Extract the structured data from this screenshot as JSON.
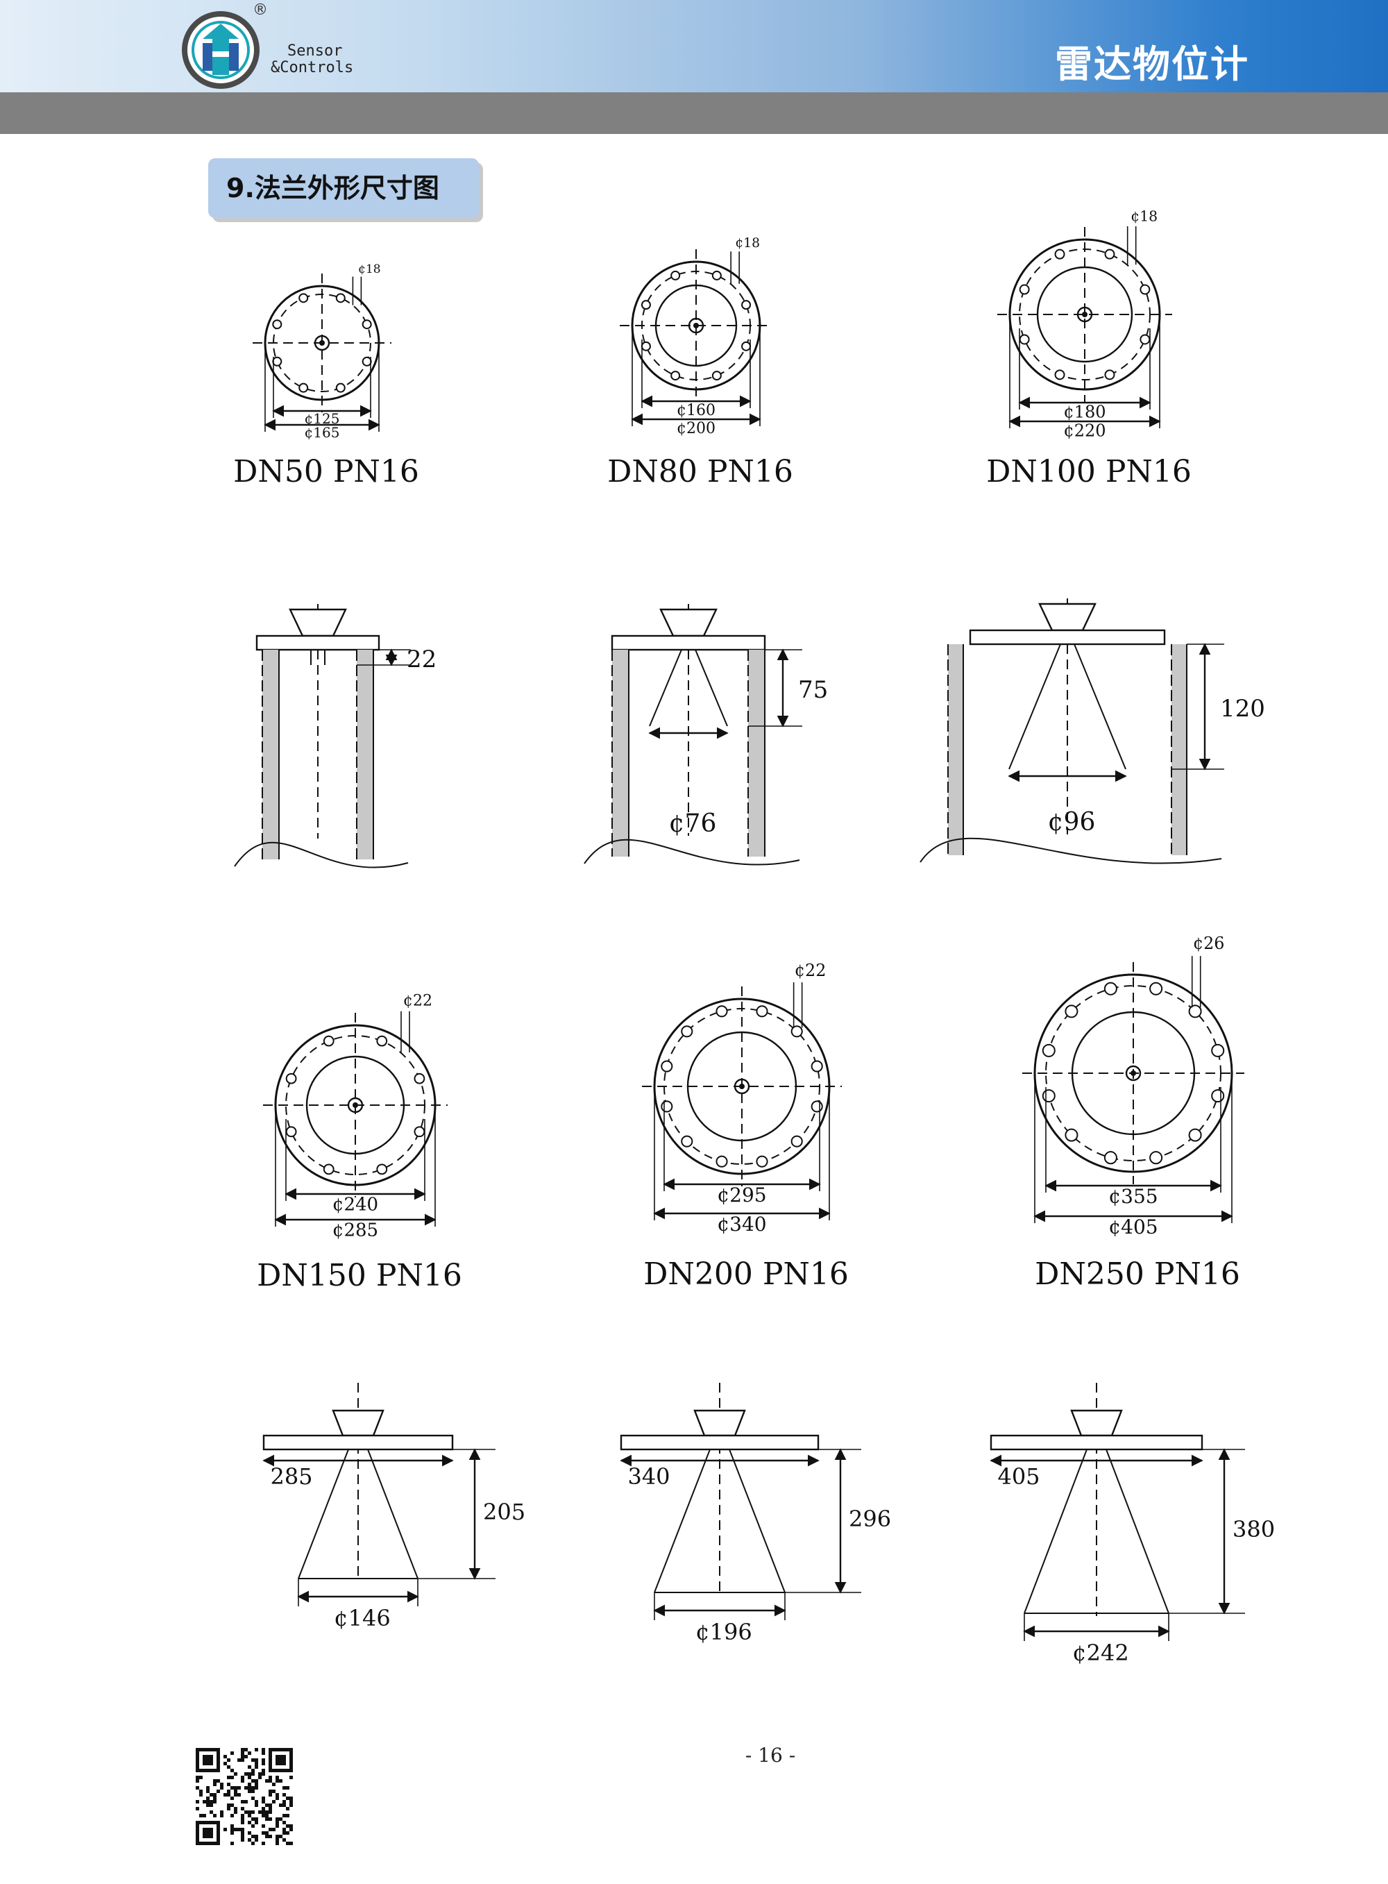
{
  "header": {
    "brand_line1": "Sensor",
    "brand_line2": "&Controls",
    "registered_mark": "®",
    "title": "雷达物位计"
  },
  "section": {
    "title": "9.法兰外形尺寸图"
  },
  "flanges_row1": [
    {
      "label": "DN50  PN16",
      "hole_dia": "¢18",
      "bolt_circle": "¢125",
      "outer_dia": "¢165"
    },
    {
      "label": "DN80  PN16",
      "hole_dia": "¢18",
      "bolt_circle": "¢160",
      "outer_dia": "¢200"
    },
    {
      "label": "DN100  PN16",
      "hole_dia": "¢18",
      "bolt_circle": "¢180",
      "outer_dia": "¢220"
    }
  ],
  "horn_sections": [
    {
      "height": "22",
      "horn_dia": ""
    },
    {
      "height": "75",
      "horn_dia": "¢76"
    },
    {
      "height": "120",
      "horn_dia": "¢96"
    }
  ],
  "flanges_row2": [
    {
      "label": "DN150  PN16",
      "hole_dia": "¢22",
      "bolt_circle": "¢240",
      "outer_dia": "¢285"
    },
    {
      "label": "DN200  PN16",
      "hole_dia": "¢22",
      "bolt_circle": "¢295",
      "outer_dia": "¢340"
    },
    {
      "label": "DN250  PN16",
      "hole_dia": "¢26",
      "bolt_circle": "¢355",
      "outer_dia": "¢405"
    }
  ],
  "horn_large": [
    {
      "flange_width": "285",
      "height": "205",
      "horn_dia": "¢146"
    },
    {
      "flange_width": "340",
      "height": "296",
      "horn_dia": "¢196"
    },
    {
      "flange_width": "405",
      "height": "380",
      "horn_dia": "¢242"
    }
  ],
  "footer": {
    "page_number": "- 16 -"
  },
  "colors": {
    "header_dark": "#1f6fc4",
    "badge": "#b3cdea",
    "logo_teal": "#1aa5b8",
    "bar": "#808080"
  }
}
